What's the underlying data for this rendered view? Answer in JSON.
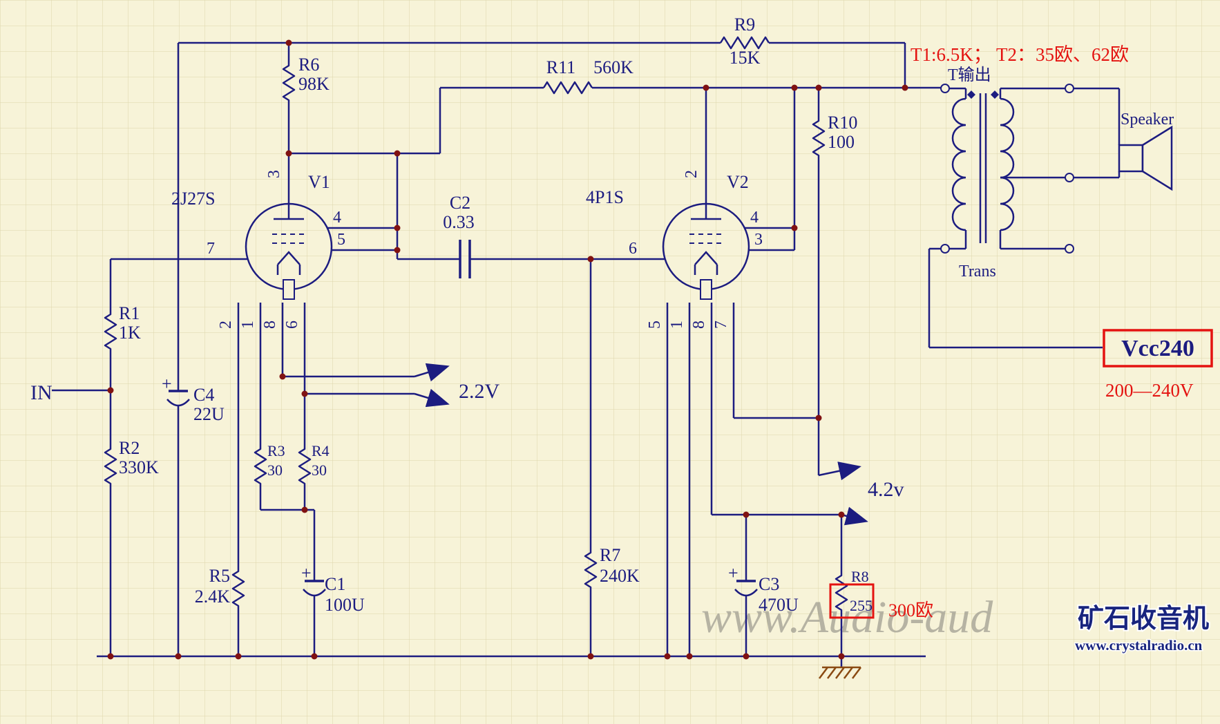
{
  "annotations": {
    "transformer_spec": "T1:6.5K；  T2：35欧、62欧",
    "vcc_label": "Vcc240",
    "vcc_range": "200—240V",
    "r8_note": "300欧",
    "v1_filament": "2.2V",
    "v2_filament": "4.2v",
    "input_label": "IN"
  },
  "components": {
    "r1": {
      "ref": "R1",
      "value": "1K"
    },
    "r2": {
      "ref": "R2",
      "value": "330K"
    },
    "r3": {
      "ref": "R3",
      "value": "30"
    },
    "r4": {
      "ref": "R4",
      "value": "30"
    },
    "r5": {
      "ref": "R5",
      "value": "2.4K"
    },
    "r6": {
      "ref": "R6",
      "value": "98K"
    },
    "r7": {
      "ref": "R7",
      "value": "240K"
    },
    "r8": {
      "ref": "R8",
      "value": "255"
    },
    "r9": {
      "ref": "R9",
      "value": "15K"
    },
    "r10": {
      "ref": "R10",
      "value": "100"
    },
    "r11": {
      "ref": "R11",
      "value": "560K"
    },
    "c1": {
      "ref": "C1",
      "value": "100U",
      "polarity": "+"
    },
    "c2": {
      "ref": "C2",
      "value": "0.33"
    },
    "c3": {
      "ref": "C3",
      "value": "470U",
      "polarity": "+"
    },
    "c4": {
      "ref": "C4",
      "value": "22U",
      "polarity": "+"
    }
  },
  "tubes": {
    "v1": {
      "ref": "V1",
      "type": "2J27S",
      "pin_top": "3",
      "pin_left": "7",
      "pin_right_upper": "4",
      "pin_right_lower": "5",
      "pins_bottom": [
        "2",
        "1",
        "8",
        "6"
      ]
    },
    "v2": {
      "ref": "V2",
      "type": "4P1S",
      "pin_top": "2",
      "pin_left": "6",
      "pin_right_upper": "4",
      "pin_right_lower": "3",
      "pins_bottom": [
        "5",
        "1",
        "8",
        "7"
      ]
    }
  },
  "transformer": {
    "label_top": "T输出",
    "label_bottom": "Trans",
    "speaker_label": "Speaker"
  },
  "watermark": {
    "audio": "www.Audio-aud",
    "site_name": "矿石收音机",
    "site_url": "www.crystalradio.cn"
  },
  "colors": {
    "wire": "#1c1c80",
    "junction": "#801212",
    "annotation_red": "#e41310",
    "background": "#f7f3d8",
    "grid": "#dcd6aa",
    "ground": "#8a4a12"
  }
}
